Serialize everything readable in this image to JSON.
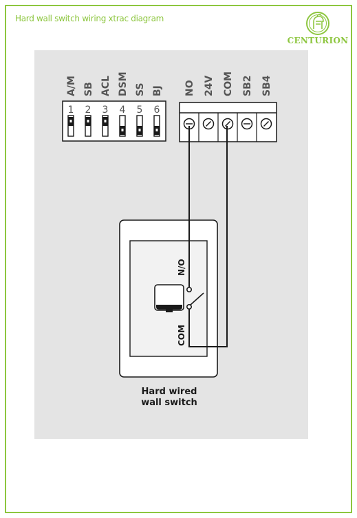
{
  "header": {
    "title": "Hard wall switch wiring xtrac diagram",
    "brand": "CENTURION"
  },
  "colors": {
    "accent": "#8dc63f",
    "panel": "#e4e4e4",
    "ink": "#1a1a1a"
  },
  "dip_switches": [
    {
      "label": "A/M",
      "number": "1",
      "position": "on"
    },
    {
      "label": "SB",
      "number": "2",
      "position": "on"
    },
    {
      "label": "ACL",
      "number": "3",
      "position": "on"
    },
    {
      "label": "DSM",
      "number": "4",
      "position": "off"
    },
    {
      "label": "SS",
      "number": "5",
      "position": "off"
    },
    {
      "label": "BJ",
      "number": "6",
      "position": "off"
    }
  ],
  "terminals": [
    "NO",
    "24V",
    "COM",
    "SB2",
    "SB4"
  ],
  "wall_switch": {
    "no_label": "N/O",
    "com_label": "COM",
    "caption_line1": "Hard wired",
    "caption_line2": "wall switch"
  }
}
